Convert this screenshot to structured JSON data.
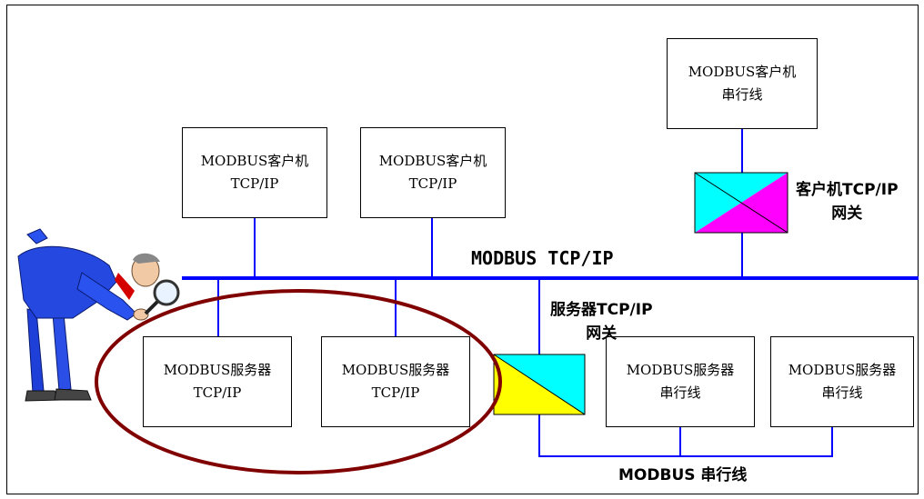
{
  "clients_tcp": [
    {
      "line1": "MODBUS客户机",
      "line2": "TCP/IP"
    },
    {
      "line1": "MODBUS客户机",
      "line2": "TCP/IP"
    }
  ],
  "client_serial": {
    "line1": "MODBUS客户机",
    "line2": "串行线"
  },
  "servers_tcp": [
    {
      "line1": "MODBUS服务器",
      "line2": "TCP/IP"
    },
    {
      "line1": "MODBUS服务器",
      "line2": "TCP/IP"
    }
  ],
  "servers_serial": [
    {
      "line1": "MODBUS服务器",
      "line2": "串行线"
    },
    {
      "line1": "MODBUS服务器",
      "line2": "串行线"
    }
  ],
  "labels": {
    "tcp_bus": "MODBUS TCP/IP",
    "serial_bus": "MODBUS 串行线",
    "client_gateway_line1": "客户机TCP/IP",
    "client_gateway_line2": "网关",
    "server_gateway_line1": "服务器TCP/IP",
    "server_gateway_line2": "网关"
  },
  "colors": {
    "bus": "#0000ff",
    "client_gateway": [
      "#00ffff",
      "#ff00ff"
    ],
    "server_gateway": [
      "#00ffff",
      "#ffff00"
    ],
    "highlight_ellipse": "#800000"
  }
}
